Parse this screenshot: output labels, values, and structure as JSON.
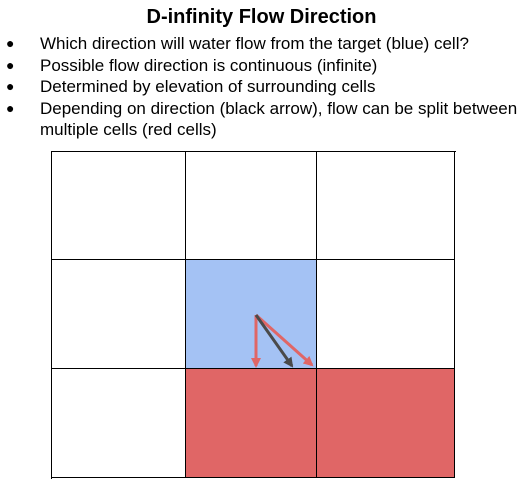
{
  "title": "D-infinity Flow Direction",
  "bullets": [
    "Which direction will water flow from the target (blue) cell?",
    "Possible flow direction is continuous (infinite)",
    "Determined by elevation of surrounding cells",
    "Depending on direction (black arrow), flow can be split between multiple cells (red cells)"
  ],
  "bullet_glyph": "●",
  "colors": {
    "target_cell": "#a4c2f4",
    "receiving_cell": "#e06666",
    "flow_arrow": "#4a4a4a",
    "split_arrow": "#e06666"
  },
  "grid": {
    "rows": 3,
    "cols": 3,
    "cells": [
      [
        "empty",
        "empty",
        "empty"
      ],
      [
        "empty",
        "target",
        "empty"
      ],
      [
        "empty",
        "receiving",
        "receiving"
      ]
    ]
  }
}
